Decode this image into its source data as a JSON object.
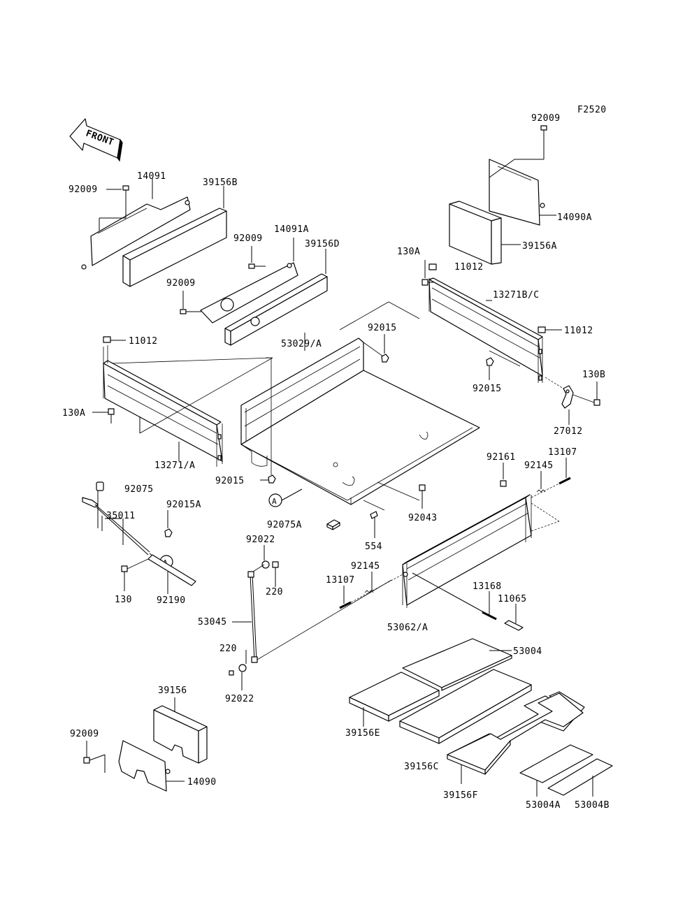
{
  "figure_code": "F2520",
  "front_arrow_text": "FRONT",
  "callout_letter": "A",
  "labels": {
    "p92009_top": "92009",
    "p14090A": "14090A",
    "p39156A": "39156A",
    "p11012_top": "11012",
    "p130A_top": "130A",
    "p13271BC": "13271B/C",
    "p11012_right": "11012",
    "p92015_right": "92015",
    "p130B": "130B",
    "p27012": "27012",
    "p92009_left": "92009",
    "p14091": "14091",
    "p39156B": "39156B",
    "p92009_mid1": "92009",
    "p14091A": "14091A",
    "p39156D": "39156D",
    "p92009_mid2": "92009",
    "p11012_left": "11012",
    "p53029A": "53029/A",
    "p92015_center": "92015",
    "p130A_left": "130A",
    "p13271A": "13271/A",
    "p92015_bottom": "92015",
    "p92075": "92075",
    "p35011": "35011",
    "p92015A": "92015A",
    "p130": "130",
    "p92190": "92190",
    "p92075A": "92075A",
    "p92022_top": "92022",
    "p220_top": "220",
    "p53045": "53045",
    "p220_bottom": "220",
    "p92022_bottom": "92022",
    "p92161": "92161",
    "p92145_right": "92145",
    "p13107_right": "13107",
    "p92043": "92043",
    "p554": "554",
    "p92145_left": "92145",
    "p13107_left": "13107",
    "p13168": "13168",
    "p11065": "11065",
    "p53062A": "53062/A",
    "p53004": "53004",
    "p39156E": "39156E",
    "p39156C": "39156C",
    "p39156F": "39156F",
    "p53004A": "53004A",
    "p53004B": "53004B",
    "p39156": "39156",
    "p92009_bottom": "92009",
    "p14090": "14090"
  }
}
